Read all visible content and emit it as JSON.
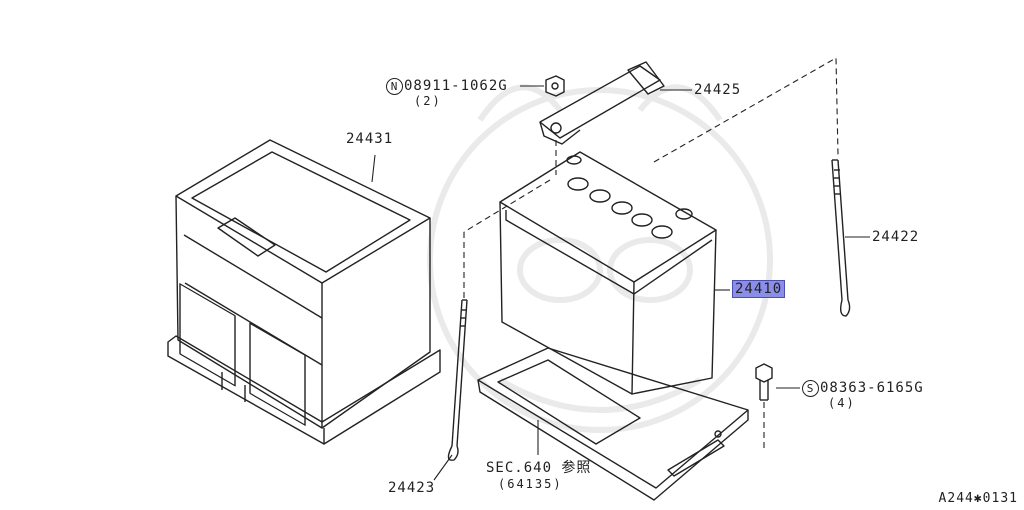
{
  "parts": {
    "p24431": "24431",
    "p24425": "24425",
    "p24422": "24422",
    "p24410": "24410",
    "p24423": "24423",
    "nut_symbol": "N",
    "nut_code": "08911-1062G",
    "nut_qty": "(2)",
    "bolt_symbol": "S",
    "bolt_code": "08363-6165G",
    "bolt_qty": "(4)",
    "sec_ref": "SEC.640 参照",
    "sec_sub": "(64135)"
  },
  "diagram_ref": "A244✱0131",
  "colors": {
    "highlight": "#8a8ee8",
    "line": "#222222"
  }
}
